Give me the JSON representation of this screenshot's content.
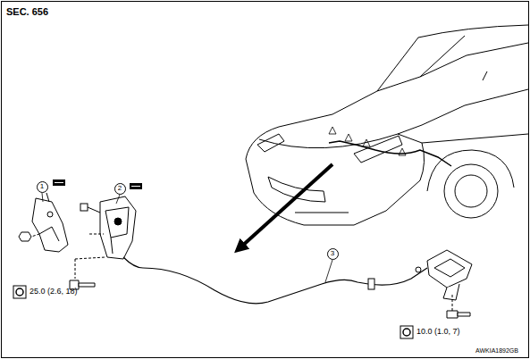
{
  "diagram": {
    "title": "SEC. 656",
    "nodes": [
      {
        "text": [
          "1"
        ]
      },
      {
        "text": [
          "2"
        ]
      },
      {
        "text": [
          "3"
        ]
      }
    ],
    "labels": [
      "25.0 (2.6, 18)",
      "10.0 (1.0, 7)",
      "AWKIA1892GB"
    ]
  }
}
